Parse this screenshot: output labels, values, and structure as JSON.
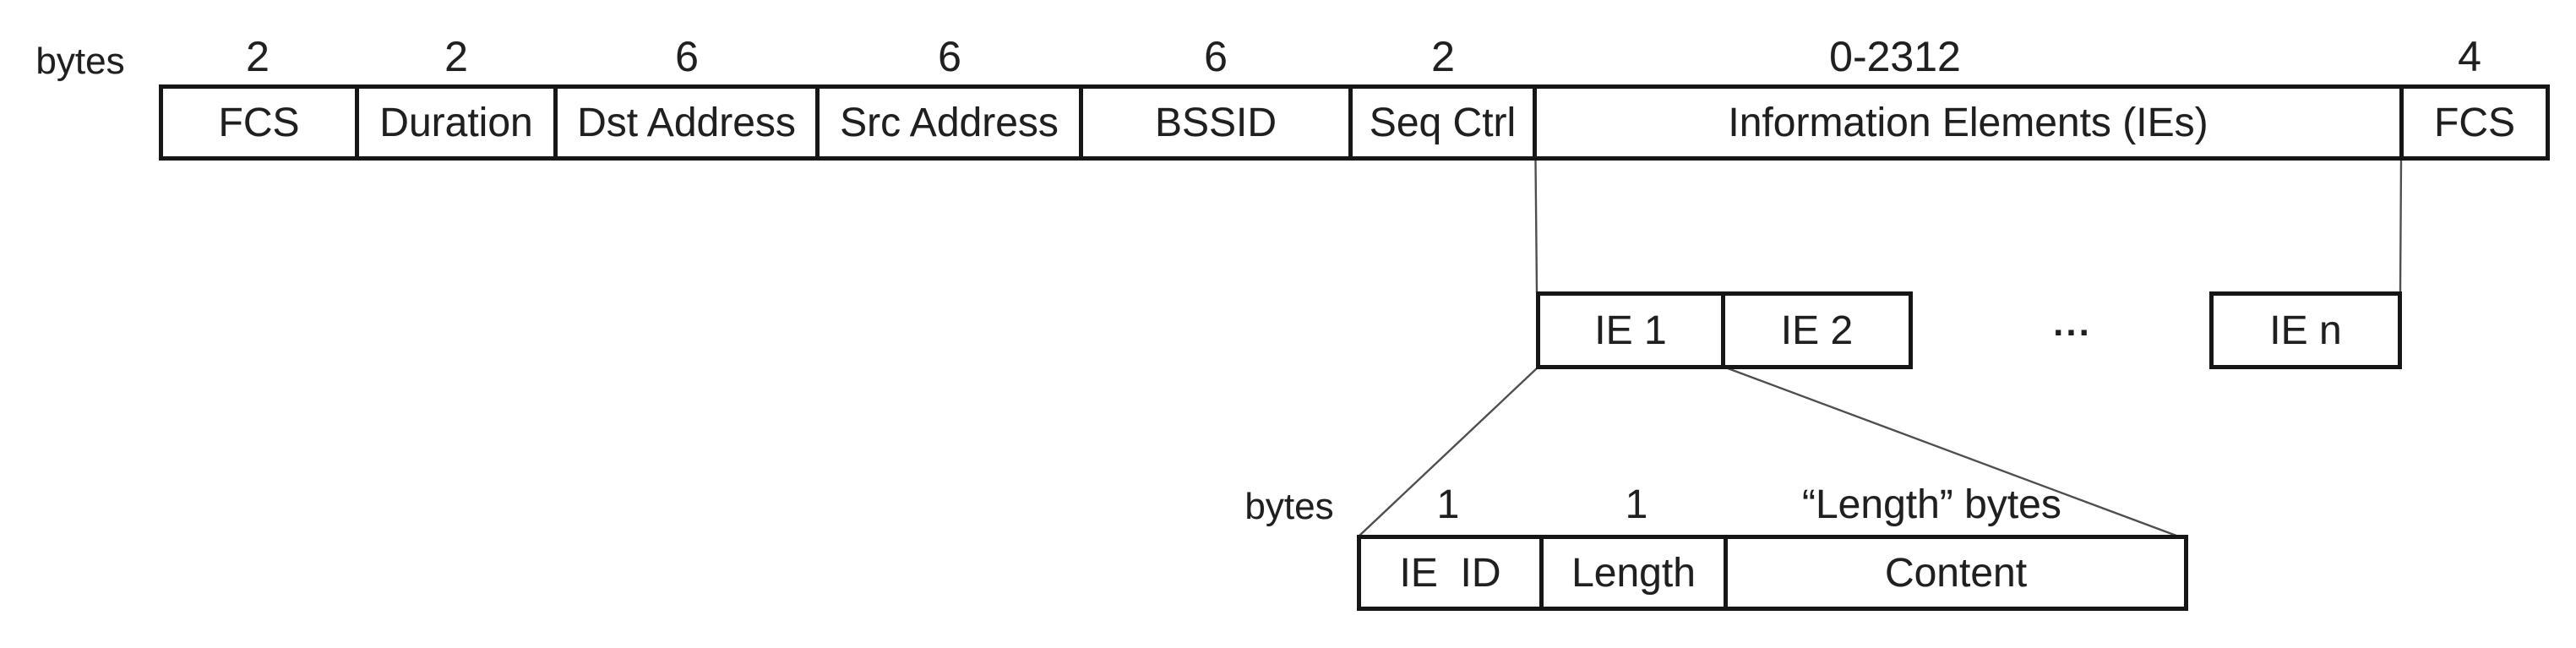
{
  "colors": {
    "ink": "#1f1f1f",
    "box_border": "#161616",
    "connector_line": "#4f4f4f",
    "background": "#ffffff"
  },
  "frame_row": {
    "unit_label": "bytes",
    "fields": [
      {
        "name": "FCS",
        "bytes": "2"
      },
      {
        "name": "Duration",
        "bytes": "2"
      },
      {
        "name": "Dst Address",
        "bytes": "6"
      },
      {
        "name": "Src Address",
        "bytes": "6"
      },
      {
        "name": "BSSID",
        "bytes": "6"
      },
      {
        "name": "Seq Ctrl",
        "bytes": "2"
      },
      {
        "name": "Information Elements (IEs)",
        "bytes": "0-2312"
      },
      {
        "name": "FCS",
        "bytes": "4"
      }
    ]
  },
  "ie_row": {
    "items": [
      {
        "name": "IE 1"
      },
      {
        "name": "IE 2"
      },
      {
        "name": "IE n"
      }
    ],
    "ellipsis": "..."
  },
  "ie_detail_row": {
    "unit_label": "bytes",
    "fields": [
      {
        "name": "IE  ID",
        "bytes": "1"
      },
      {
        "name": "Length",
        "bytes": "1"
      },
      {
        "name": "Content",
        "bytes": "“Length” bytes"
      }
    ]
  }
}
